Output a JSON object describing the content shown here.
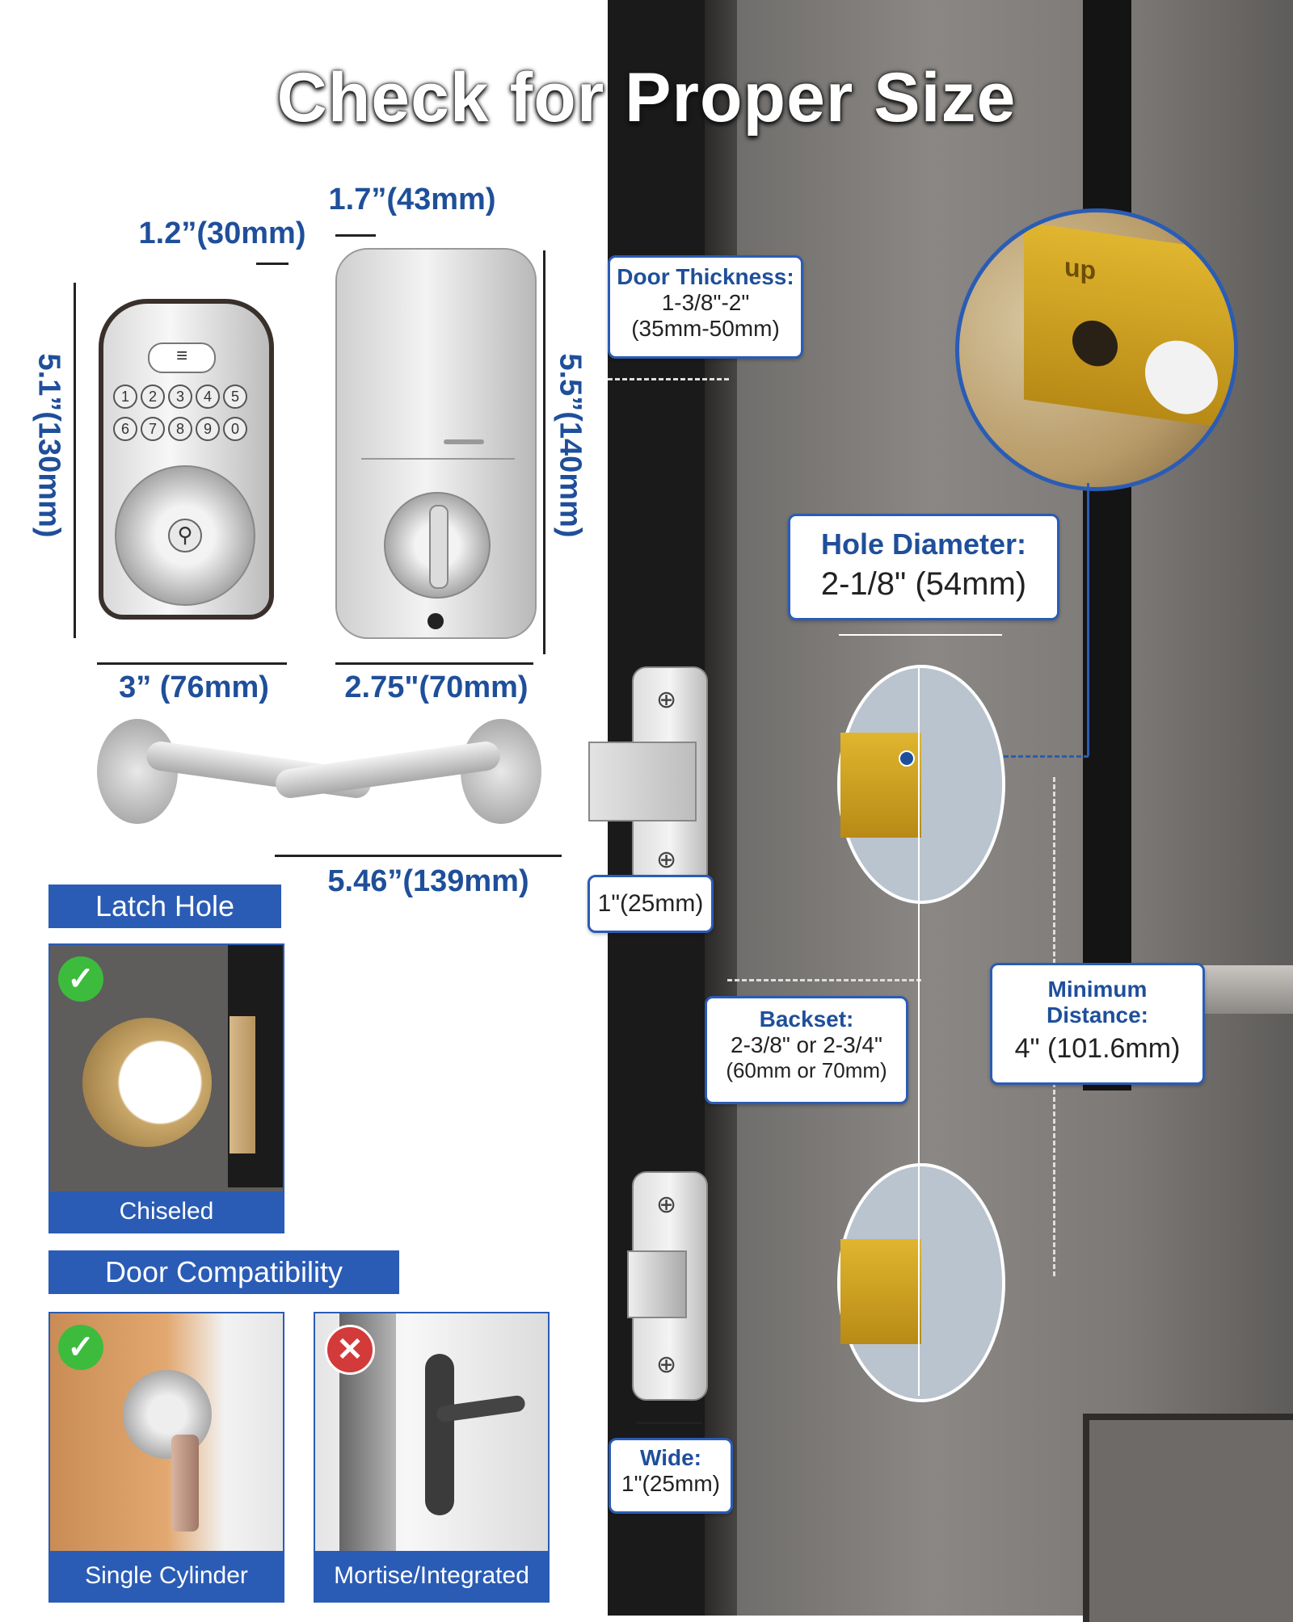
{
  "title": "Check for Proper Size",
  "dimensions": {
    "front_depth": "1.2”(30mm)",
    "back_depth": "1.7”(43mm)",
    "front_height": "5.1”(130mm)",
    "back_height": "5.5”(140mm)",
    "front_width": "3” (76mm)",
    "back_width": "2.75\"(70mm)",
    "lever_length": "5.46”(139mm)",
    "latch_face": "1\"(25mm)"
  },
  "keypad": {
    "top_row": [
      "1",
      "2",
      "3",
      "4",
      "5"
    ],
    "bottom_row": [
      "6",
      "7",
      "8",
      "9",
      "0"
    ]
  },
  "callouts": {
    "door_thickness": {
      "heading": "Door Thickness:",
      "line1": "1-3/8\"-2\"",
      "line2": "(35mm-50mm)"
    },
    "hole_diameter": {
      "heading": "Hole Diameter:",
      "value": "2-1/8\" (54mm)"
    },
    "backset": {
      "heading": "Backset:",
      "line1": "2-3/8\" or 2-3/4\"",
      "line2": "(60mm or 70mm)"
    },
    "minimum_distance": {
      "heading1": "Minimum",
      "heading2": "Distance:",
      "value": "4\" (101.6mm)"
    },
    "wide": {
      "heading": "Wide:",
      "value": "1\"(25mm)"
    }
  },
  "latch_hole": {
    "label": "Latch Hole",
    "caption": "Chiseled"
  },
  "door_compatibility": {
    "label": "Door Compatibility",
    "items": [
      {
        "caption": "Single Cylinder",
        "status": "check-icon"
      },
      {
        "caption": "Mortise/Integrated",
        "status": "cross-icon"
      }
    ]
  },
  "zoom_label": "up",
  "colors": {
    "accent_blue": "#2a5cb5",
    "label_blue": "#1f4f9a",
    "ok_green": "#3dbb3d",
    "no_red": "#d33a3a"
  }
}
